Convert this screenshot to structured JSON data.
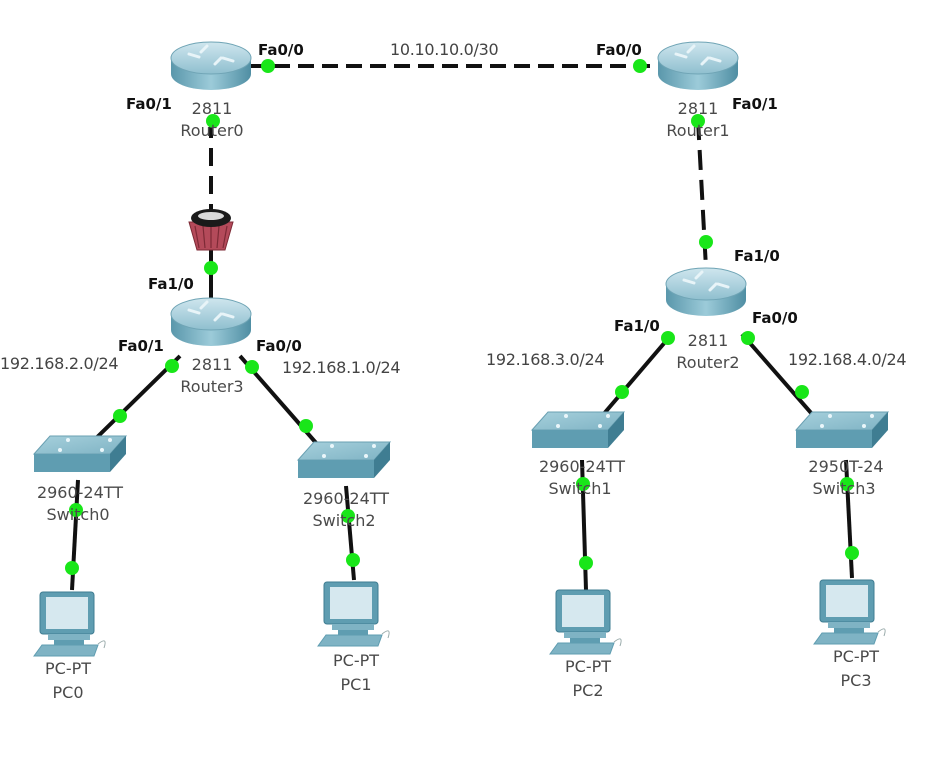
{
  "diagram": {
    "title": "Packet Tracer network topology",
    "colors": {
      "link": "#111111",
      "link_up_dot": "#19e619",
      "device_body": "#5e9fb3",
      "label_text": "#4a4a4a",
      "interface_text": "#111111"
    },
    "devices": [
      {
        "id": "router0",
        "type": "router",
        "model": "2811",
        "name": "Router0"
      },
      {
        "id": "router1",
        "type": "router",
        "model": "2811",
        "name": "Router1"
      },
      {
        "id": "router3",
        "type": "router",
        "model": "2811",
        "name": "Router3"
      },
      {
        "id": "router2",
        "type": "router",
        "model": "2811",
        "name": "Router2"
      },
      {
        "id": "switch0",
        "type": "switch",
        "model": "2960-24TT",
        "name": "Switch0"
      },
      {
        "id": "switch2",
        "type": "switch",
        "model": "2960-24TT",
        "name": "Switch2"
      },
      {
        "id": "switch1",
        "type": "switch",
        "model": "2960-24TT",
        "name": "Switch1"
      },
      {
        "id": "switch3",
        "type": "switch",
        "model": "2950T-24",
        "name": "Switch3"
      },
      {
        "id": "pc0",
        "type": "pc",
        "model": "PC-PT",
        "name": "PC0"
      },
      {
        "id": "pc1",
        "type": "pc",
        "model": "PC-PT",
        "name": "PC1"
      },
      {
        "id": "pc2",
        "type": "pc",
        "model": "PC-PT",
        "name": "PC2"
      },
      {
        "id": "pc3",
        "type": "pc",
        "model": "PC-PT",
        "name": "PC3"
      },
      {
        "id": "cloud0",
        "type": "cloud-connector",
        "model": "",
        "name": ""
      }
    ],
    "interfaces": {
      "r0_fa00": "Fa0/0",
      "r0_fa01": "Fa0/1",
      "r1_fa00": "Fa0/0",
      "r1_fa01": "Fa0/1",
      "r3_fa10": "Fa1/0",
      "r3_fa01": "Fa0/1",
      "r3_fa00": "Fa0/0",
      "r2_fa10_top": "Fa1/0",
      "r2_fa10_left": "Fa1/0",
      "r2_fa00": "Fa0/0"
    },
    "networks": {
      "wan": "10.10.10.0/30",
      "lan_r3_left": "192.168.2.0/24",
      "lan_r3_right": "192.168.1.0/24",
      "lan_r2_left": "192.168.3.0/24",
      "lan_r2_right": "192.168.4.0/24"
    },
    "links": [
      {
        "from": "router0",
        "to": "router1",
        "style": "dashed",
        "network": "10.10.10.0/30"
      },
      {
        "from": "router0",
        "to": "cloud0",
        "style": "dashed"
      },
      {
        "from": "cloud0",
        "to": "router3",
        "style": "solid"
      },
      {
        "from": "router1",
        "to": "router2",
        "style": "dashed"
      },
      {
        "from": "router3",
        "to": "switch0",
        "style": "solid"
      },
      {
        "from": "router3",
        "to": "switch2",
        "style": "solid"
      },
      {
        "from": "router2",
        "to": "switch1",
        "style": "solid"
      },
      {
        "from": "router2",
        "to": "switch3",
        "style": "solid"
      },
      {
        "from": "switch0",
        "to": "pc0",
        "style": "solid"
      },
      {
        "from": "switch2",
        "to": "pc1",
        "style": "solid"
      },
      {
        "from": "switch1",
        "to": "pc2",
        "style": "solid"
      },
      {
        "from": "switch3",
        "to": "pc3",
        "style": "solid"
      }
    ]
  }
}
